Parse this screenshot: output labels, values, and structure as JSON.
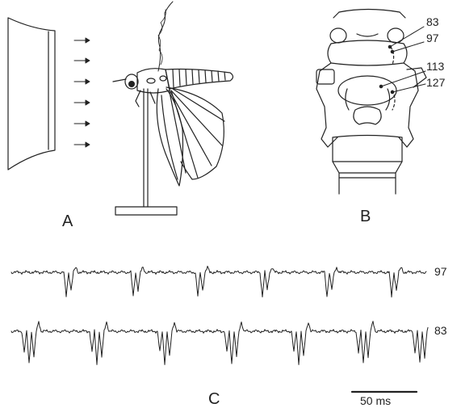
{
  "panels": {
    "a_label": "A",
    "b_label": "B",
    "c_label": "C"
  },
  "recording_sites": {
    "site_83": "83",
    "site_97": "97",
    "site_113": "113",
    "site_127": "127"
  },
  "traces": [
    {
      "channel": "97"
    },
    {
      "channel": "83"
    }
  ],
  "scale_bar": {
    "label": "50 ms"
  },
  "colors": {
    "ink": "#222222",
    "background": "#ffffff"
  }
}
